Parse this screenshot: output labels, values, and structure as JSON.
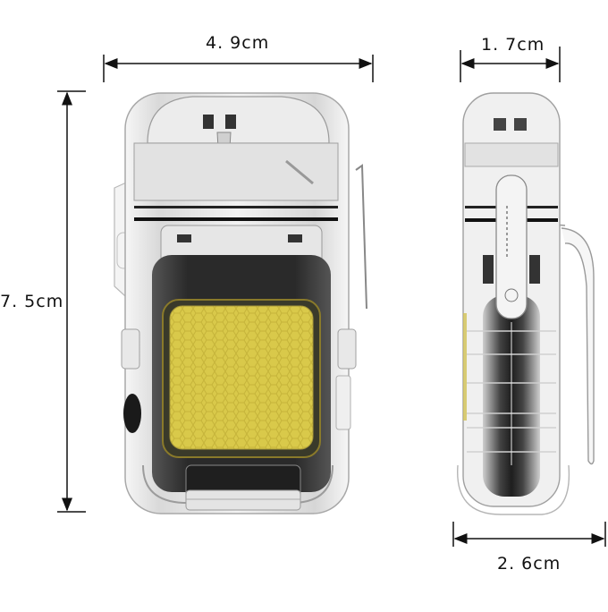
{
  "diagram": {
    "subject": "Transparent waterproof USB arc lighter with COB flashlight panel",
    "views": [
      {
        "name": "front-view",
        "description": "Front view showing clear case, arc lighter top, black body with yellow COB LED panel"
      },
      {
        "name": "side-view",
        "description": "Side view showing slim profile and belt clip"
      }
    ],
    "dimensions": {
      "width": {
        "value": "4.9",
        "unit": "cm",
        "label": "4. 9cm"
      },
      "depth": {
        "value": "1.7",
        "unit": "cm",
        "label": "1. 7cm"
      },
      "height": {
        "value": "7.5",
        "unit": "cm",
        "label": "7. 5cm"
      },
      "depth_with_clip": {
        "value": "2.6",
        "unit": "cm",
        "label": "2. 6cm"
      }
    },
    "colors": {
      "background": "#ffffff",
      "dimension_line": "#111111",
      "case_clear": "#e9e9e9",
      "case_outline": "#9a9a9a",
      "body_black": "#2a2a2a",
      "cob_panel": "#d8c848",
      "cob_panel_edge": "#8a7a2a"
    }
  }
}
